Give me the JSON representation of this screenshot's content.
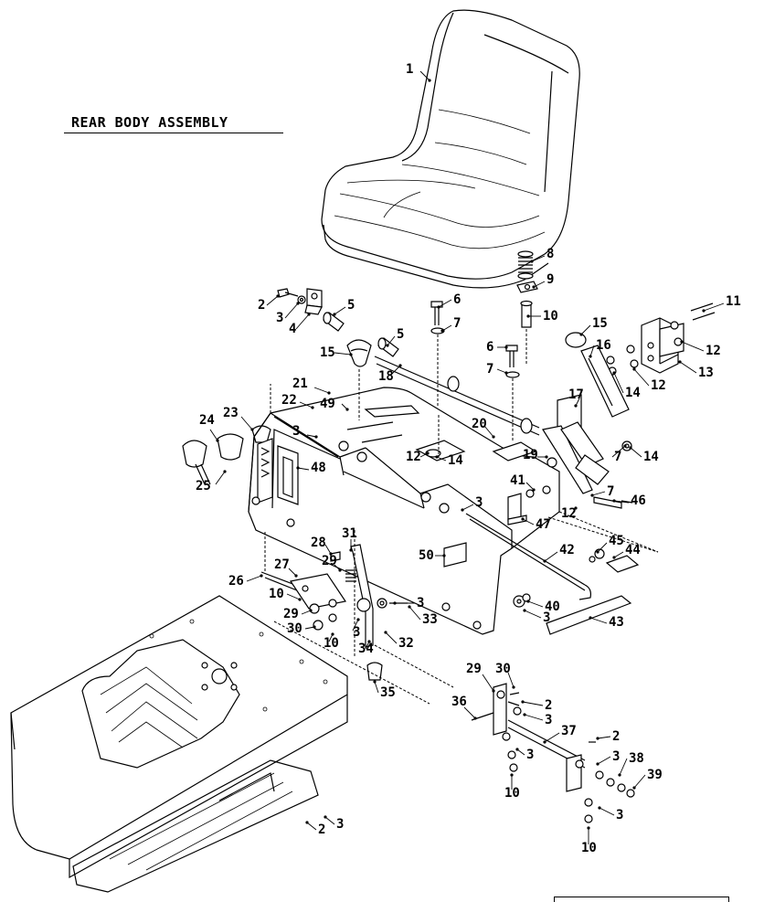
{
  "title": "REAR BODY ASSEMBLY",
  "callouts": [
    {
      "id": "c1",
      "label": "1"
    },
    {
      "id": "c2a",
      "label": "2"
    },
    {
      "id": "c3a",
      "label": "3"
    },
    {
      "id": "c4",
      "label": "4"
    },
    {
      "id": "c5a",
      "label": "5"
    },
    {
      "id": "c5b",
      "label": "5"
    },
    {
      "id": "c6a",
      "label": "6"
    },
    {
      "id": "c7a",
      "label": "7"
    },
    {
      "id": "c8",
      "label": "8"
    },
    {
      "id": "c9",
      "label": "9"
    },
    {
      "id": "c10a",
      "label": "10"
    },
    {
      "id": "c11",
      "label": "11"
    },
    {
      "id": "c12a",
      "label": "12"
    },
    {
      "id": "c13",
      "label": "13"
    },
    {
      "id": "c12b",
      "label": "12"
    },
    {
      "id": "c14a",
      "label": "14"
    },
    {
      "id": "c15a",
      "label": "15"
    },
    {
      "id": "c16",
      "label": "16"
    },
    {
      "id": "c15b",
      "label": "15"
    },
    {
      "id": "c18",
      "label": "18"
    },
    {
      "id": "c6b",
      "label": "6"
    },
    {
      "id": "c7b",
      "label": "7"
    },
    {
      "id": "c17",
      "label": "17"
    },
    {
      "id": "c21",
      "label": "21"
    },
    {
      "id": "c22",
      "label": "22"
    },
    {
      "id": "c49",
      "label": "49"
    },
    {
      "id": "c23",
      "label": "23"
    },
    {
      "id": "c20",
      "label": "20"
    },
    {
      "id": "c24",
      "label": "24"
    },
    {
      "id": "c3b",
      "label": "3"
    },
    {
      "id": "c12c",
      "label": "12"
    },
    {
      "id": "c14b",
      "label": "14"
    },
    {
      "id": "c19",
      "label": "19"
    },
    {
      "id": "c7c",
      "label": "7"
    },
    {
      "id": "c14c",
      "label": "14"
    },
    {
      "id": "c25",
      "label": "25"
    },
    {
      "id": "c48",
      "label": "48"
    },
    {
      "id": "c41",
      "label": "41"
    },
    {
      "id": "c3c",
      "label": "3"
    },
    {
      "id": "c7d",
      "label": "7"
    },
    {
      "id": "c46",
      "label": "46"
    },
    {
      "id": "c12d",
      "label": "12"
    },
    {
      "id": "c47",
      "label": "47"
    },
    {
      "id": "c28",
      "label": "28"
    },
    {
      "id": "c31",
      "label": "31"
    },
    {
      "id": "c45",
      "label": "45"
    },
    {
      "id": "c44",
      "label": "44"
    },
    {
      "id": "c50",
      "label": "50"
    },
    {
      "id": "c42",
      "label": "42"
    },
    {
      "id": "c29a",
      "label": "29"
    },
    {
      "id": "c27",
      "label": "27"
    },
    {
      "id": "c26",
      "label": "26"
    },
    {
      "id": "c10b",
      "label": "10"
    },
    {
      "id": "c3d",
      "label": "3"
    },
    {
      "id": "c40",
      "label": "40"
    },
    {
      "id": "c29b",
      "label": "29"
    },
    {
      "id": "c33",
      "label": "33"
    },
    {
      "id": "c3e",
      "label": "3"
    },
    {
      "id": "c43",
      "label": "43"
    },
    {
      "id": "c30a",
      "label": "30"
    },
    {
      "id": "c3f",
      "label": "3"
    },
    {
      "id": "c10c",
      "label": "10"
    },
    {
      "id": "c34",
      "label": "34"
    },
    {
      "id": "c32",
      "label": "32"
    },
    {
      "id": "c29c",
      "label": "29"
    },
    {
      "id": "c30b",
      "label": "30"
    },
    {
      "id": "c35",
      "label": "35"
    },
    {
      "id": "c36",
      "label": "36"
    },
    {
      "id": "c2b",
      "label": "2"
    },
    {
      "id": "c3g",
      "label": "3"
    },
    {
      "id": "c37",
      "label": "37"
    },
    {
      "id": "c2c",
      "label": "2"
    },
    {
      "id": "c3h",
      "label": "3"
    },
    {
      "id": "c3i",
      "label": "3"
    },
    {
      "id": "c38",
      "label": "38"
    },
    {
      "id": "c39",
      "label": "39"
    },
    {
      "id": "c10d",
      "label": "10"
    },
    {
      "id": "c3j",
      "label": "3"
    },
    {
      "id": "c2d",
      "label": "2"
    },
    {
      "id": "c3k",
      "label": "3"
    },
    {
      "id": "c10e",
      "label": "10"
    }
  ]
}
